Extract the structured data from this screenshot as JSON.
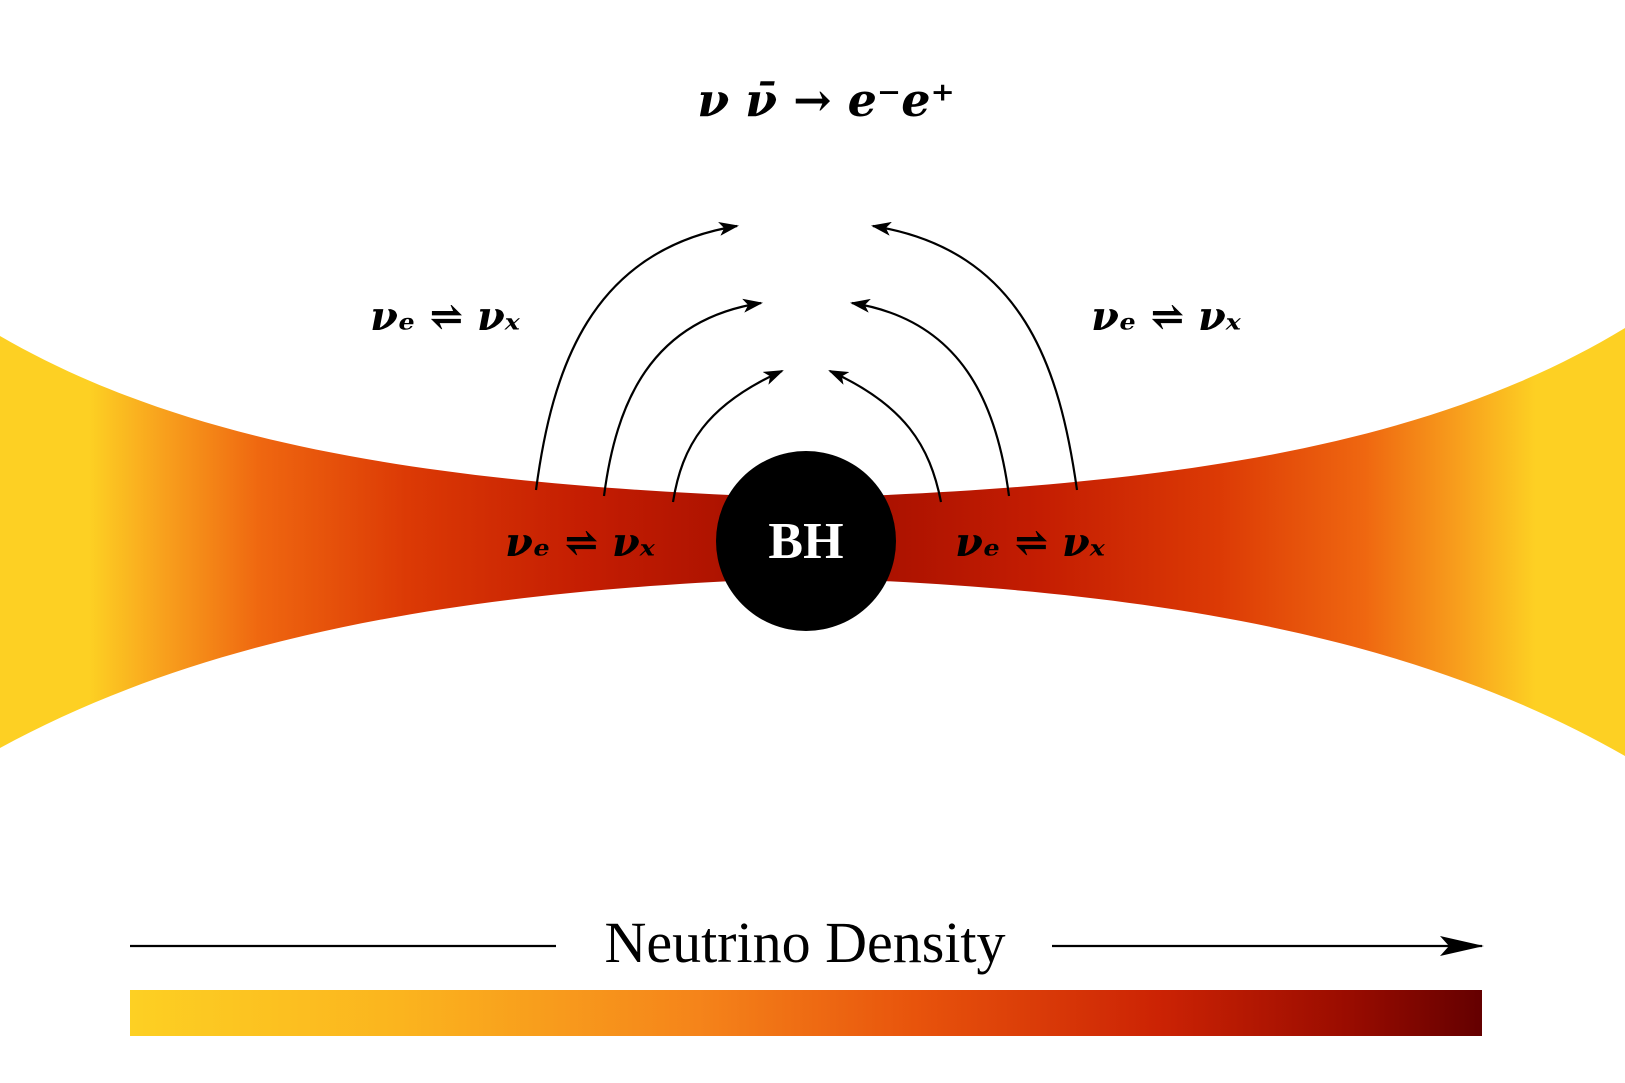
{
  "diagram": {
    "reaction_top": "ν ν̄ → e⁻e⁺",
    "oscillation_upper_left": "νₑ ⇌ νₓ",
    "oscillation_upper_right": "νₑ ⇌ νₓ",
    "oscillation_disk_left": "νₑ ⇌ νₓ",
    "oscillation_disk_right": "νₑ ⇌ νₓ",
    "black_hole_label": "BH",
    "colorbar_label": "Neutrino Density"
  },
  "colors": {
    "low_density": "#fdd023",
    "mid_low": "#f99a1a",
    "mid": "#ee5c0e",
    "mid_high": "#cc1f02",
    "high_density": "#6e0000",
    "black_hole": "#000000"
  }
}
